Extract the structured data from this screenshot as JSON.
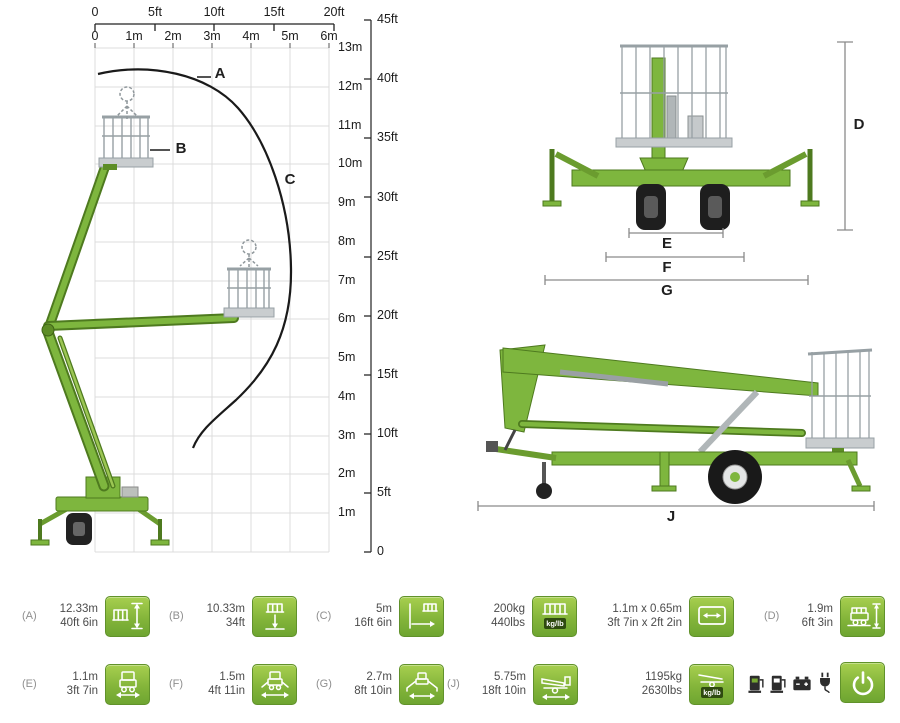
{
  "colors": {
    "machine_green": "#7EB63E",
    "machine_green_dark": "#4e7a1f",
    "tile_green": "#84b53a",
    "grid_gray": "#dcdcdc",
    "text_dark": "#4c4c4c",
    "text_gray": "#8f8f8f"
  },
  "envelope": {
    "top_axis_ft": [
      "0",
      "5ft",
      "10ft",
      "15ft",
      "20ft"
    ],
    "top_axis_m": [
      "0",
      "1m",
      "2m",
      "3m",
      "4m",
      "5m",
      "6m"
    ],
    "right_axis_m": [
      "13m",
      "12m",
      "11m",
      "10m",
      "9m",
      "8m",
      "7m",
      "6m",
      "5m",
      "4m",
      "3m",
      "2m",
      "1m"
    ],
    "right_axis_ft": [
      "45ft",
      "40ft",
      "35ft",
      "30ft",
      "25ft",
      "20ft",
      "15ft",
      "10ft",
      "5ft",
      "0"
    ],
    "label_a": "A",
    "label_b": "B",
    "label_c": "C"
  },
  "rear_view": {
    "label_d": "D",
    "label_e": "E",
    "label_f": "F",
    "label_g": "G"
  },
  "side_view": {
    "label_j": "J"
  },
  "specs_row1": [
    {
      "key": "(A)",
      "metric": "12.33m",
      "imperial": "40ft 6in",
      "icon": "working-height-icon"
    },
    {
      "key": "(B)",
      "metric": "10.33m",
      "imperial": "34ft",
      "icon": "platform-height-icon"
    },
    {
      "key": "(C)",
      "metric": "5m",
      "imperial": "16ft 6in",
      "icon": "outreach-icon"
    },
    {
      "key": "",
      "metric": "200kg",
      "imperial": "440lbs",
      "icon": "capacity-icon",
      "badge": "kg/lb"
    },
    {
      "key": "",
      "metric": "1.1m x 0.65m",
      "imperial": "3ft 7in x 2ft 2in",
      "icon": "platform-size-icon"
    },
    {
      "key": "(D)",
      "metric": "1.9m",
      "imperial": "6ft 3in",
      "icon": "stowed-height-icon"
    }
  ],
  "specs_row2": [
    {
      "key": "(E)",
      "metric": "1.1m",
      "imperial": "3ft 7in",
      "icon": "stowed-width-icon"
    },
    {
      "key": "(F)",
      "metric": "1.5m",
      "imperial": "4ft 11in",
      "icon": "outrigger-width-icon"
    },
    {
      "key": "(G)",
      "metric": "2.7m",
      "imperial": "8ft 10in",
      "icon": "outrigger-footprint-icon"
    },
    {
      "key": "(J)",
      "metric": "5.75m",
      "imperial": "18ft 10in",
      "icon": "stowed-length-icon"
    },
    {
      "key": "",
      "metric": "1195kg",
      "imperial": "2630lbs",
      "icon": "weight-icon",
      "badge": "kg/lb"
    }
  ],
  "power": {
    "option_icons": [
      "petrol-pump-icon",
      "diesel-pump-icon",
      "battery-icon",
      "mains-plug-icon"
    ],
    "power_button_icon": "power-button-icon"
  }
}
